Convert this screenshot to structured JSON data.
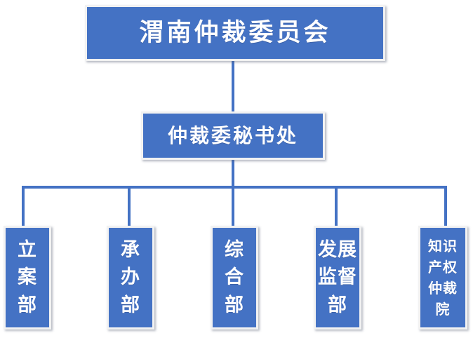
{
  "chart_data": {
    "type": "diagram",
    "diagram_type": "organization-chart",
    "title": "渭南仲裁委员会",
    "orientation": "top-down",
    "levels": 3,
    "accent_color": "#4472C4",
    "text_color": "#FFFFFF",
    "border_color": "#F2F2F2",
    "background_color": "#FFFFFF",
    "nodes": [
      {
        "id": "root",
        "label": "渭南仲裁委员会",
        "level": 1,
        "parent": null
      },
      {
        "id": "secretariat",
        "label": "仲裁委秘书处",
        "level": 2,
        "parent": "root"
      },
      {
        "id": "dept-0",
        "label": "立案部",
        "level": 3,
        "parent": "secretariat"
      },
      {
        "id": "dept-1",
        "label": "承办部",
        "level": 3,
        "parent": "secretariat"
      },
      {
        "id": "dept-2",
        "label": "综合部",
        "level": 3,
        "parent": "secretariat"
      },
      {
        "id": "dept-3",
        "label": "发展监督部",
        "level": 3,
        "parent": "secretariat"
      },
      {
        "id": "dept-4",
        "label": "知识产权仲裁院",
        "level": 3,
        "parent": "secretariat"
      }
    ]
  },
  "chart": {
    "root": {
      "label": "渭南仲裁委员会"
    },
    "secretariat": {
      "label": "仲裁委秘书处"
    },
    "departments": [
      {
        "label": "立案部"
      },
      {
        "label": "承办部"
      },
      {
        "label": "综合部"
      },
      {
        "label": "发展监督部"
      },
      {
        "label": "知识产权仲裁院"
      }
    ]
  }
}
